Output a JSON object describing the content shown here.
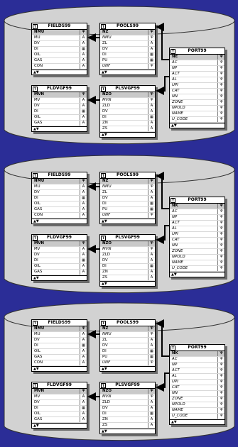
{
  "colors": {
    "background": "#2b2d97",
    "cylinder": "#d2d2d2",
    "card": "#ffffff",
    "key_row": "#c9c9c9"
  },
  "icons": {
    "table_header": "table-icon",
    "scroll": "scroll-arrows-icon"
  },
  "scroll_glyph": "▲▼",
  "header_icon_glyph": "T",
  "panels": [
    {
      "fields": {
        "title": "FIELDS99",
        "rows": [
          [
            "NMU",
            "Ꝕ"
          ],
          [
            "MU",
            "A"
          ],
          [
            "DV",
            "A"
          ],
          [
            "DI",
            "▦"
          ],
          [
            "OIL",
            "A"
          ],
          [
            "GAS",
            "A"
          ],
          [
            "CON",
            "A"
          ]
        ]
      },
      "pools": {
        "title": "POOLS99",
        "rows": [
          [
            "NZ",
            "Ꝕ"
          ],
          [
            "NMU",
            "Ꝕ"
          ],
          [
            "ZL",
            "A"
          ],
          [
            "DV",
            "A"
          ],
          [
            "DI",
            "▦"
          ],
          [
            "PU",
            "▦"
          ],
          [
            "UNF",
            "Ꝕ"
          ]
        ]
      },
      "fldvgf": {
        "title": "FLDVGF99",
        "rows": [
          [
            "MVN",
            "Ꝕ"
          ],
          [
            "MV",
            "A"
          ],
          [
            "DV",
            "A"
          ],
          [
            "DI",
            "▦"
          ],
          [
            "OIL",
            "A"
          ],
          [
            "GAS",
            "A"
          ]
        ]
      },
      "plsvgf": {
        "title": "PLSVGF99",
        "rows": [
          [
            "NZO",
            "Ꝕ"
          ],
          [
            "MVN",
            "Ꝕ"
          ],
          [
            "ZLD",
            "A"
          ],
          [
            "DV",
            "A"
          ],
          [
            "DI",
            "▦"
          ],
          [
            "ZN",
            "A"
          ],
          [
            "ZS",
            "A"
          ]
        ]
      },
      "port": {
        "title": "PORT99",
        "rows": [
          [
            "NE",
            "Ꝕ"
          ],
          [
            "AC",
            "Ꝕ"
          ],
          [
            "NP",
            "Ꝕ"
          ],
          [
            "ACT",
            "Ꝕ"
          ],
          [
            "AL",
            "Ꝕ"
          ],
          [
            "UPI",
            "Ꝕ"
          ],
          [
            "CAT",
            "Ꝕ"
          ],
          [
            "NN",
            "Ꝕ"
          ],
          [
            "ZONE",
            "Ꝕ"
          ],
          [
            "NPOLD",
            "Ꝕ"
          ],
          [
            "NAME",
            "Ꝕ"
          ],
          [
            "U_CODE",
            "Ꝕ"
          ]
        ]
      }
    },
    {
      "fields": {
        "title": "FIELDS99",
        "rows": [
          [
            "NMU",
            "Ꝕ"
          ],
          [
            "MU",
            "A"
          ],
          [
            "DV",
            "A"
          ],
          [
            "DI",
            "▦"
          ],
          [
            "OIL",
            "A"
          ],
          [
            "GAS",
            "A"
          ],
          [
            "CON",
            "A"
          ]
        ]
      },
      "pools": {
        "title": "POOLS99",
        "rows": [
          [
            "NZ",
            "Ꝕ"
          ],
          [
            "NMU",
            "Ꝕ"
          ],
          [
            "ZL",
            "A"
          ],
          [
            "DV",
            "A"
          ],
          [
            "DI",
            "▦"
          ],
          [
            "PU",
            "▦"
          ],
          [
            "UNF",
            "Ꝕ"
          ]
        ]
      },
      "fldvgf": {
        "title": "FLDVGF99",
        "rows": [
          [
            "MVN",
            "Ꝕ"
          ],
          [
            "MV",
            "A"
          ],
          [
            "DV",
            "A"
          ],
          [
            "DI",
            "▦"
          ],
          [
            "OIL",
            "A"
          ],
          [
            "GAS",
            "A"
          ]
        ]
      },
      "plsvgf": {
        "title": "PLSVGF99",
        "rows": [
          [
            "NZO",
            "Ꝕ"
          ],
          [
            "MVN",
            "Ꝕ"
          ],
          [
            "ZLD",
            "A"
          ],
          [
            "DV",
            "A"
          ],
          [
            "DI",
            "▦"
          ],
          [
            "ZN",
            "A"
          ],
          [
            "ZS",
            "A"
          ]
        ]
      },
      "port": {
        "title": "PORT99",
        "rows": [
          [
            "NK",
            "Ꝕ"
          ],
          [
            "AC",
            "Ꝕ"
          ],
          [
            "NP",
            "Ꝕ"
          ],
          [
            "ACT",
            "Ꝕ"
          ],
          [
            "AL",
            "Ꝕ"
          ],
          [
            "UPI",
            "Ꝕ"
          ],
          [
            "CAT",
            "Ꝕ"
          ],
          [
            "NN",
            "Ꝕ"
          ],
          [
            "ZONE",
            "Ꝕ"
          ],
          [
            "NPOLD",
            "Ꝕ"
          ],
          [
            "NAME",
            "Ꝕ"
          ],
          [
            "U_CODE",
            "Ꝕ"
          ]
        ]
      }
    },
    {
      "fields": {
        "title": "FIELDS99",
        "rows": [
          [
            "NMU",
            "Ꝕ"
          ],
          [
            "MU",
            "A"
          ],
          [
            "DV",
            "A"
          ],
          [
            "DI",
            "▦"
          ],
          [
            "OIL",
            "A"
          ],
          [
            "GAS",
            "A"
          ],
          [
            "CON",
            "A"
          ]
        ]
      },
      "pools": {
        "title": "POOLS99",
        "rows": [
          [
            "NZ",
            "Ꝕ"
          ],
          [
            "NMU",
            "Ꝕ"
          ],
          [
            "ZL",
            "A"
          ],
          [
            "DV",
            "A"
          ],
          [
            "DI",
            "▦"
          ],
          [
            "PU",
            "▦"
          ],
          [
            "UNF",
            "Ꝕ"
          ]
        ]
      },
      "fldvgf": {
        "title": "FLDVGF99",
        "rows": [
          [
            "MVN",
            "Ꝕ"
          ],
          [
            "MV",
            "A"
          ],
          [
            "DV",
            "A"
          ],
          [
            "DI",
            "▦"
          ],
          [
            "OIL",
            "A"
          ],
          [
            "GAS",
            "A"
          ]
        ]
      },
      "plsvgf": {
        "title": "PLSVGF99",
        "rows": [
          [
            "NZO",
            "Ꝕ"
          ],
          [
            "MVN",
            "Ꝕ"
          ],
          [
            "ZLD",
            "A"
          ],
          [
            "DV",
            "A"
          ],
          [
            "DI",
            "▦"
          ],
          [
            "ZN",
            "A"
          ],
          [
            "ZS",
            "A"
          ]
        ]
      },
      "port": {
        "title": "PORT99",
        "rows": [
          [
            "NK",
            "Ꝕ"
          ],
          [
            "AC",
            "Ꝕ"
          ],
          [
            "NP",
            "Ꝕ"
          ],
          [
            "ACT",
            "Ꝕ"
          ],
          [
            "AL",
            "Ꝕ"
          ],
          [
            "UPI",
            "Ꝕ"
          ],
          [
            "CAT",
            "Ꝕ"
          ],
          [
            "NN",
            "Ꝕ"
          ],
          [
            "ZONE",
            "Ꝕ"
          ],
          [
            "NPOLD",
            "Ꝕ"
          ],
          [
            "NAME",
            "Ꝕ"
          ],
          [
            "U_CODE",
            "Ꝕ"
          ]
        ]
      }
    }
  ]
}
